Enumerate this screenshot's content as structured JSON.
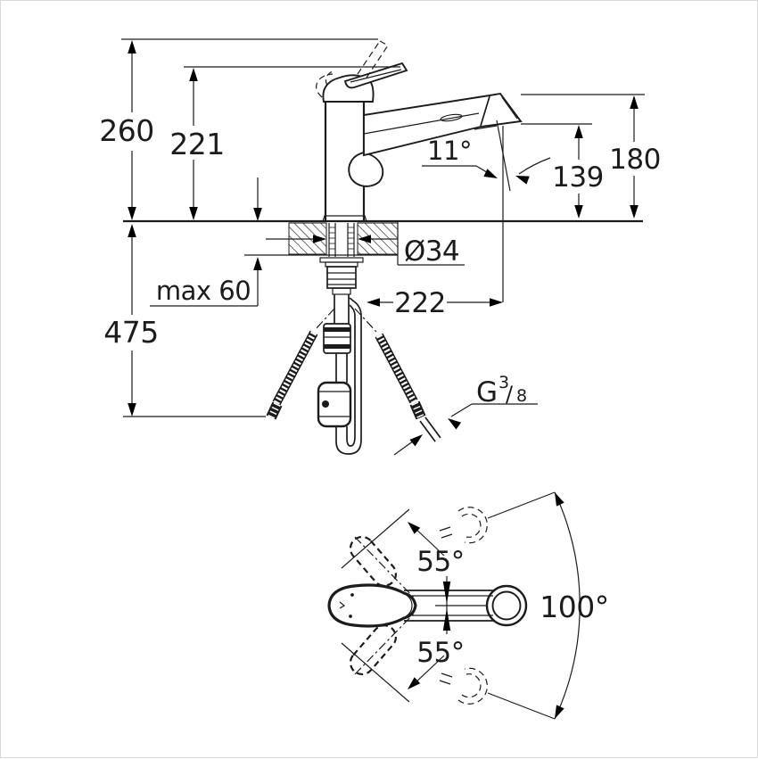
{
  "drawing_title": "faucet-installation-dimension-drawing",
  "side_view": {
    "overall_height": "260",
    "lever_height": "221",
    "spout_angle": "11°",
    "spout_outlet_height": "139",
    "spout_top_height": "180",
    "hole_diameter": "Ø34",
    "max_deck_thickness": "max 60",
    "under_counter_length": "475",
    "projection": "222",
    "thread": {
      "g": "G",
      "numerator": "3",
      "slash": "/",
      "denominator": "8"
    }
  },
  "top_view": {
    "lever_swing_up": "55°",
    "lever_swing_down": "55°",
    "spout_swivel": "100°"
  },
  "colors": {
    "ink": "#1c1c1c",
    "paper": "#ffffff",
    "frame": "#d9d9d9"
  }
}
